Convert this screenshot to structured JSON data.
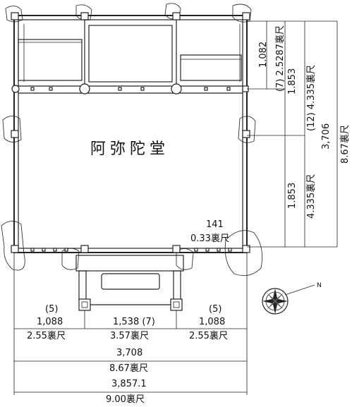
{
  "hall_name": "阿弥陀堂",
  "compass_label": "N",
  "horizontal_dims": {
    "left_bay": {
      "bays": "(5)",
      "value": "1,088",
      "shaku": "2.55裏尺"
    },
    "center_bay": {
      "value": "1,538 (7)",
      "shaku": "3.57裏尺"
    },
    "right_bay": {
      "bays": "(5)",
      "value": "1,088",
      "shaku": "2.55裏尺"
    },
    "building_width": {
      "value": "3,708",
      "shaku": "8.67裏尺"
    },
    "overall_width": {
      "value": "3,857.1",
      "shaku": "9.00裏尺"
    }
  },
  "vertical_dims": {
    "top_section": {
      "value": "1.082",
      "shaku": "(7) 2.5287裏尺"
    },
    "middle_section": {
      "value": "1.853",
      "shaku": "(12) 4.335裏尺"
    },
    "lower_section": {
      "value": "1.853",
      "shaku": "4.335裏尺"
    },
    "total_depth": {
      "value": "3,706",
      "shaku": "8.67裏尺"
    }
  },
  "eave_dim": {
    "value": "141",
    "shaku": "0.33裏尺"
  }
}
